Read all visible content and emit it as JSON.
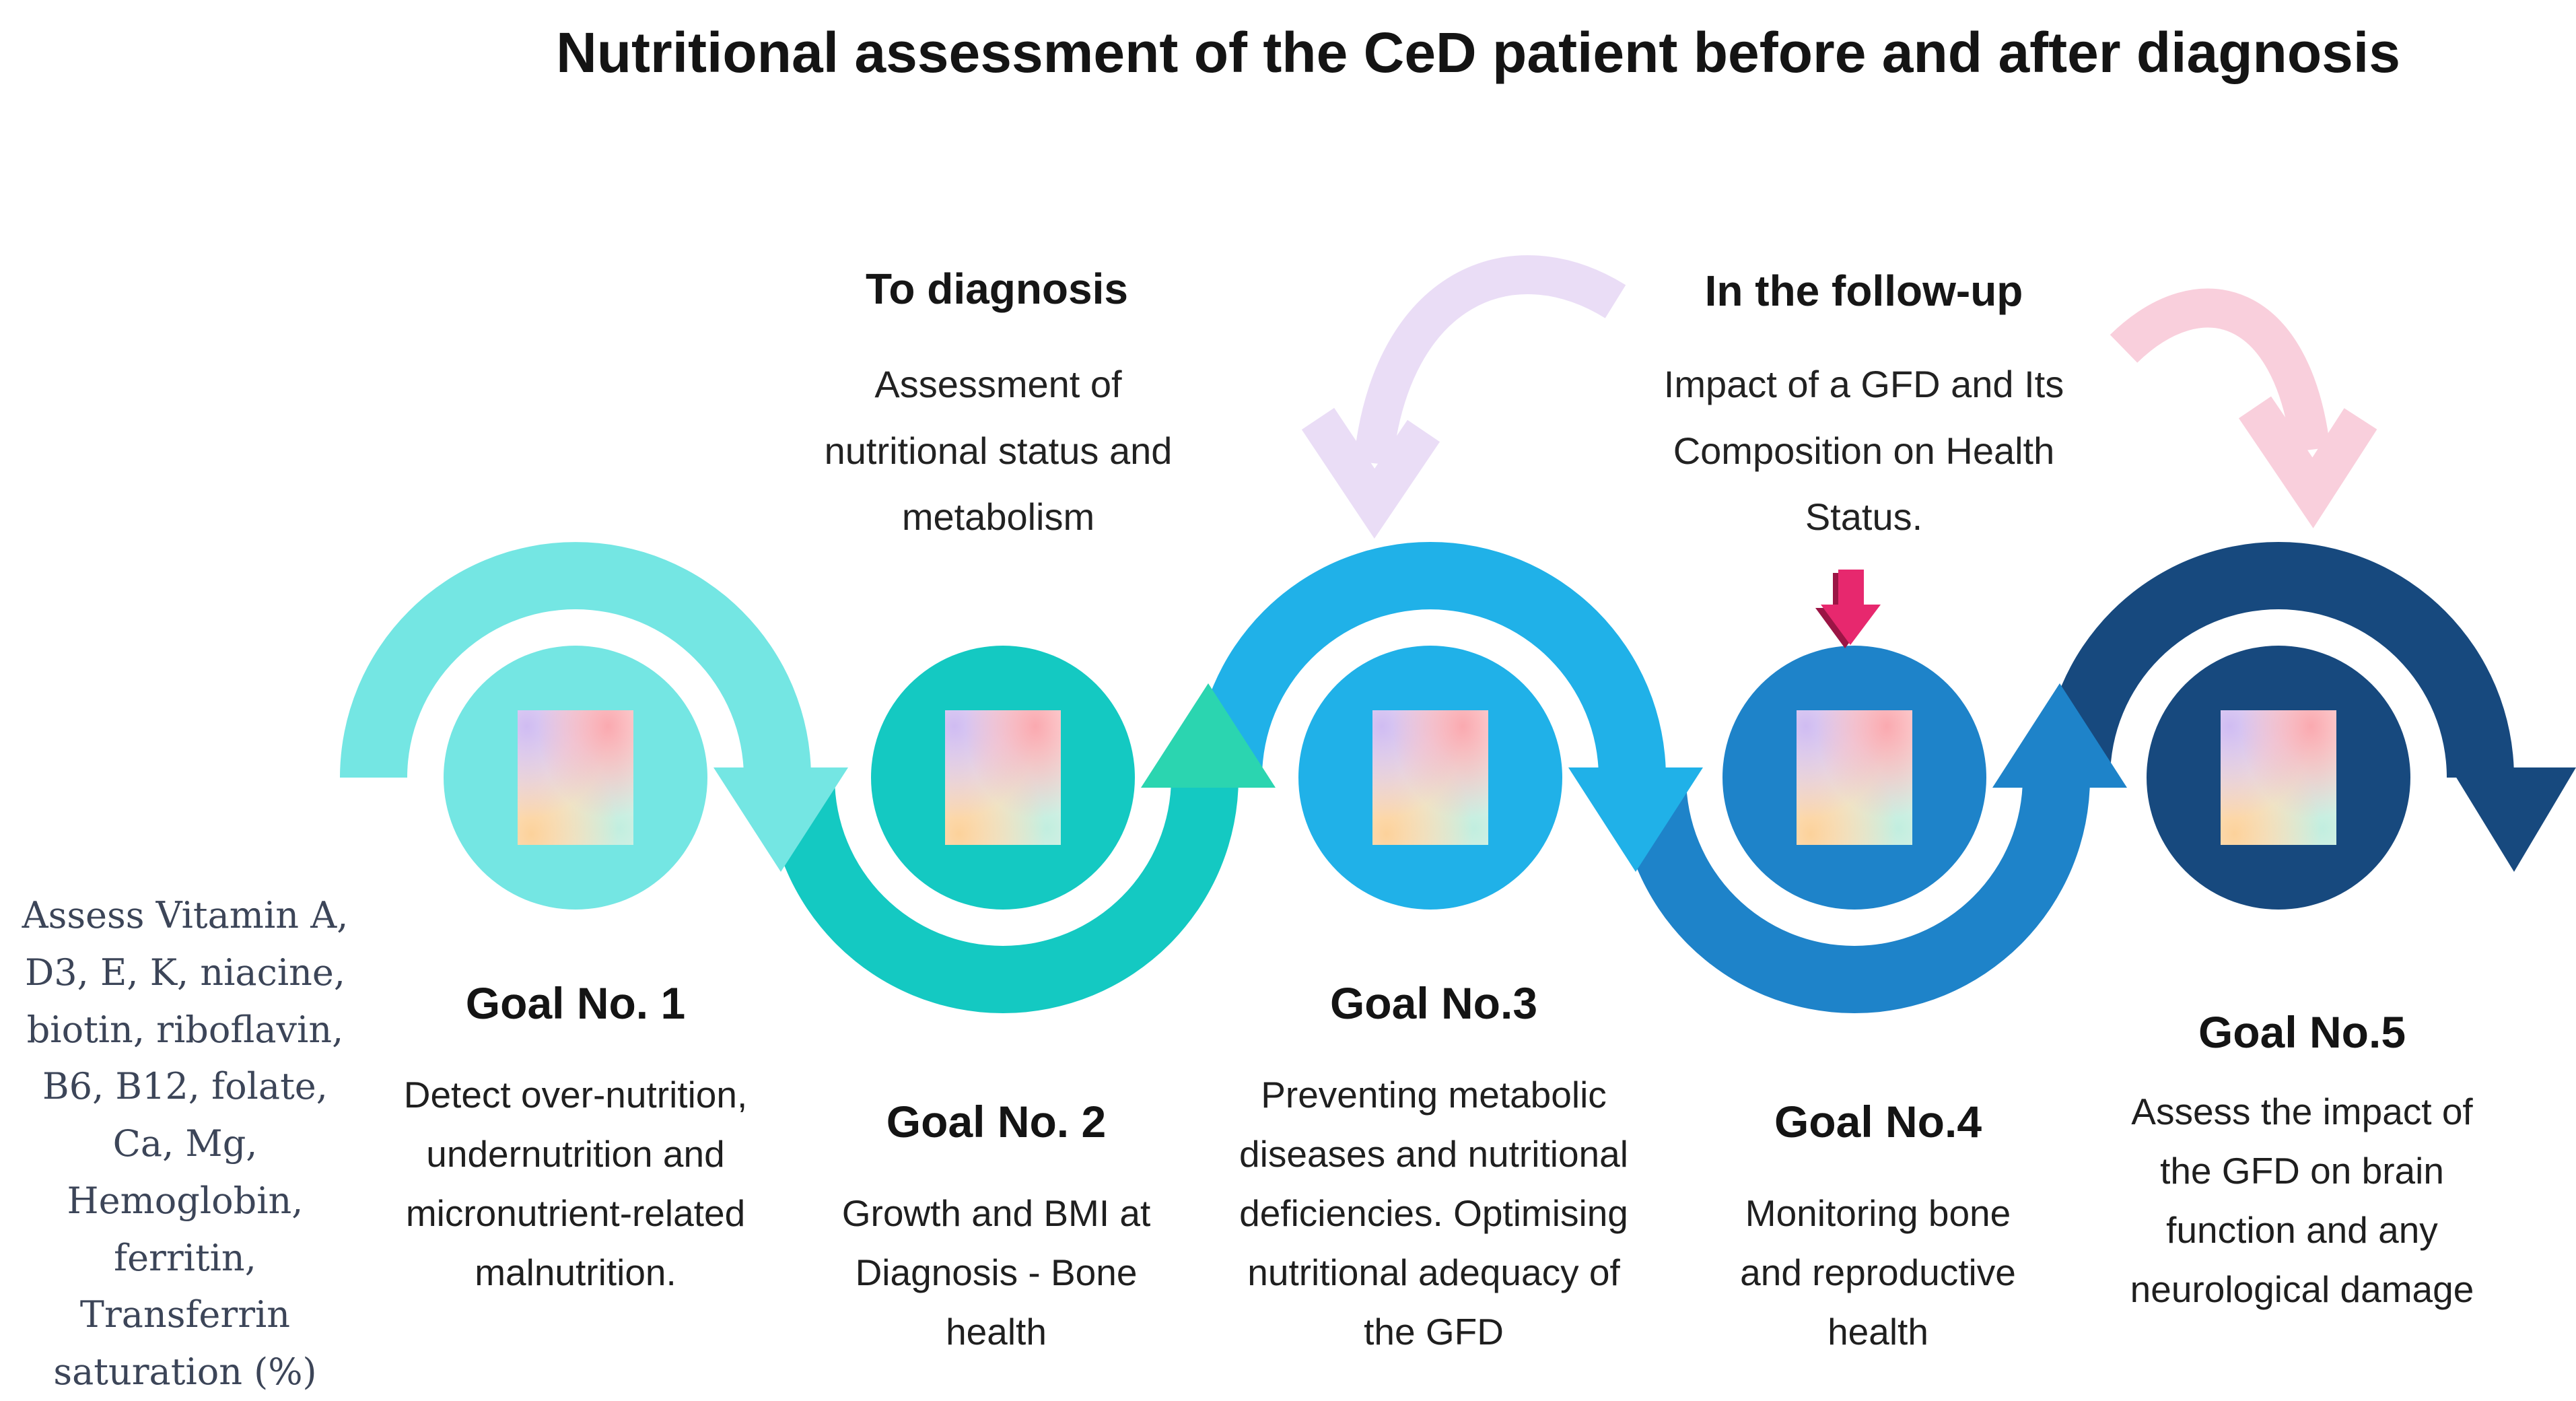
{
  "title": "Nutritional assessment of the CeD patient before and after diagnosis",
  "phases": {
    "to_diagnosis": {
      "heading": "To diagnosis",
      "body": "Assessment of nutritional status and metabolism"
    },
    "follow_up": {
      "heading": "In the follow-up",
      "body": "Impact of a GFD and Its Composition on Health Status."
    }
  },
  "side_note": {
    "lines": [
      "Assess Vitamin A,",
      "D3, E, K, niacine,",
      "biotin, riboflavin,",
      "B6, B12, folate,",
      "Ca, Mg,",
      "Hemoglobin,",
      "ferritin,",
      "Transferrin",
      "saturation (%)"
    ],
    "text_color": "#3C4558"
  },
  "goals": [
    {
      "heading": "Goal No. 1",
      "body": "Detect over-nutrition, undernutrition and micronutrient-related malnutrition.",
      "color": "#74E6E3"
    },
    {
      "heading": "Goal No. 2",
      "body": "Growth and BMI at Diagnosis - Bone health",
      "color": "#14C9C2"
    },
    {
      "heading": "Goal No.3",
      "body": "Preventing metabolic diseases and nutritional deficiencies. Optimising nutritional adequacy of the GFD",
      "color": "#20B1E8"
    },
    {
      "heading": "Goal No.4",
      "body": "Monitoring bone and reproductive health",
      "color": "#1E83C9"
    },
    {
      "heading": "Goal No.5",
      "body": "Assess the impact of the GFD on brain function and any neurological damage",
      "color": "#17497E"
    }
  ],
  "arrows": {
    "connector_2_3": "#2BD5B0",
    "lavender": "#EADDF6",
    "pink": "#F9CFDC",
    "magenta": "#E7286E",
    "magenta_shadow": "#9B1545"
  }
}
